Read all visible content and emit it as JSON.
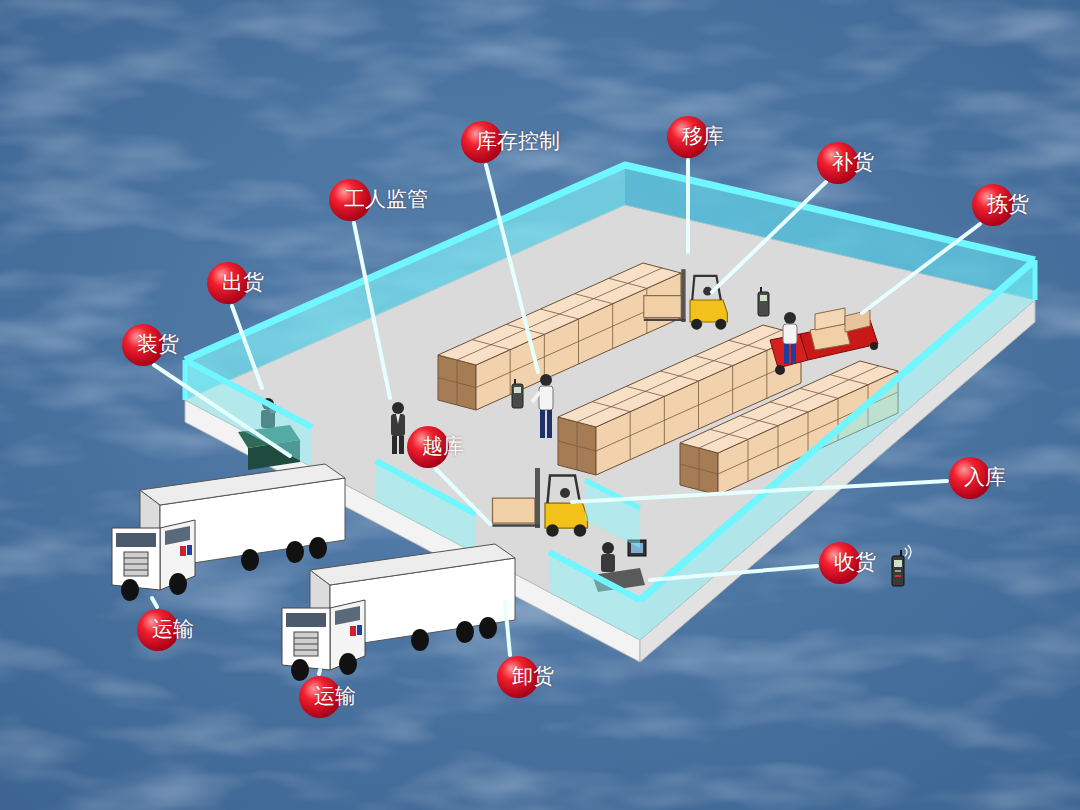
{
  "diagram": {
    "nodes": [
      {
        "text": [
          "移库"
        ]
      },
      {
        "text": [
          "库存控制"
        ]
      },
      {
        "text": [
          "补货"
        ]
      },
      {
        "text": [
          "工人监管"
        ]
      },
      {
        "text": [
          "拣货"
        ]
      },
      {
        "text": [
          "出货"
        ]
      },
      {
        "text": [
          "装货"
        ]
      },
      {
        "text": [
          "越库"
        ]
      },
      {
        "text": [
          "入库"
        ]
      },
      {
        "text": [
          "收货"
        ]
      },
      {
        "text": [
          "运输"
        ]
      },
      {
        "text": [
          "卸货"
        ]
      },
      {
        "text": [
          "运输"
        ]
      }
    ]
  }
}
